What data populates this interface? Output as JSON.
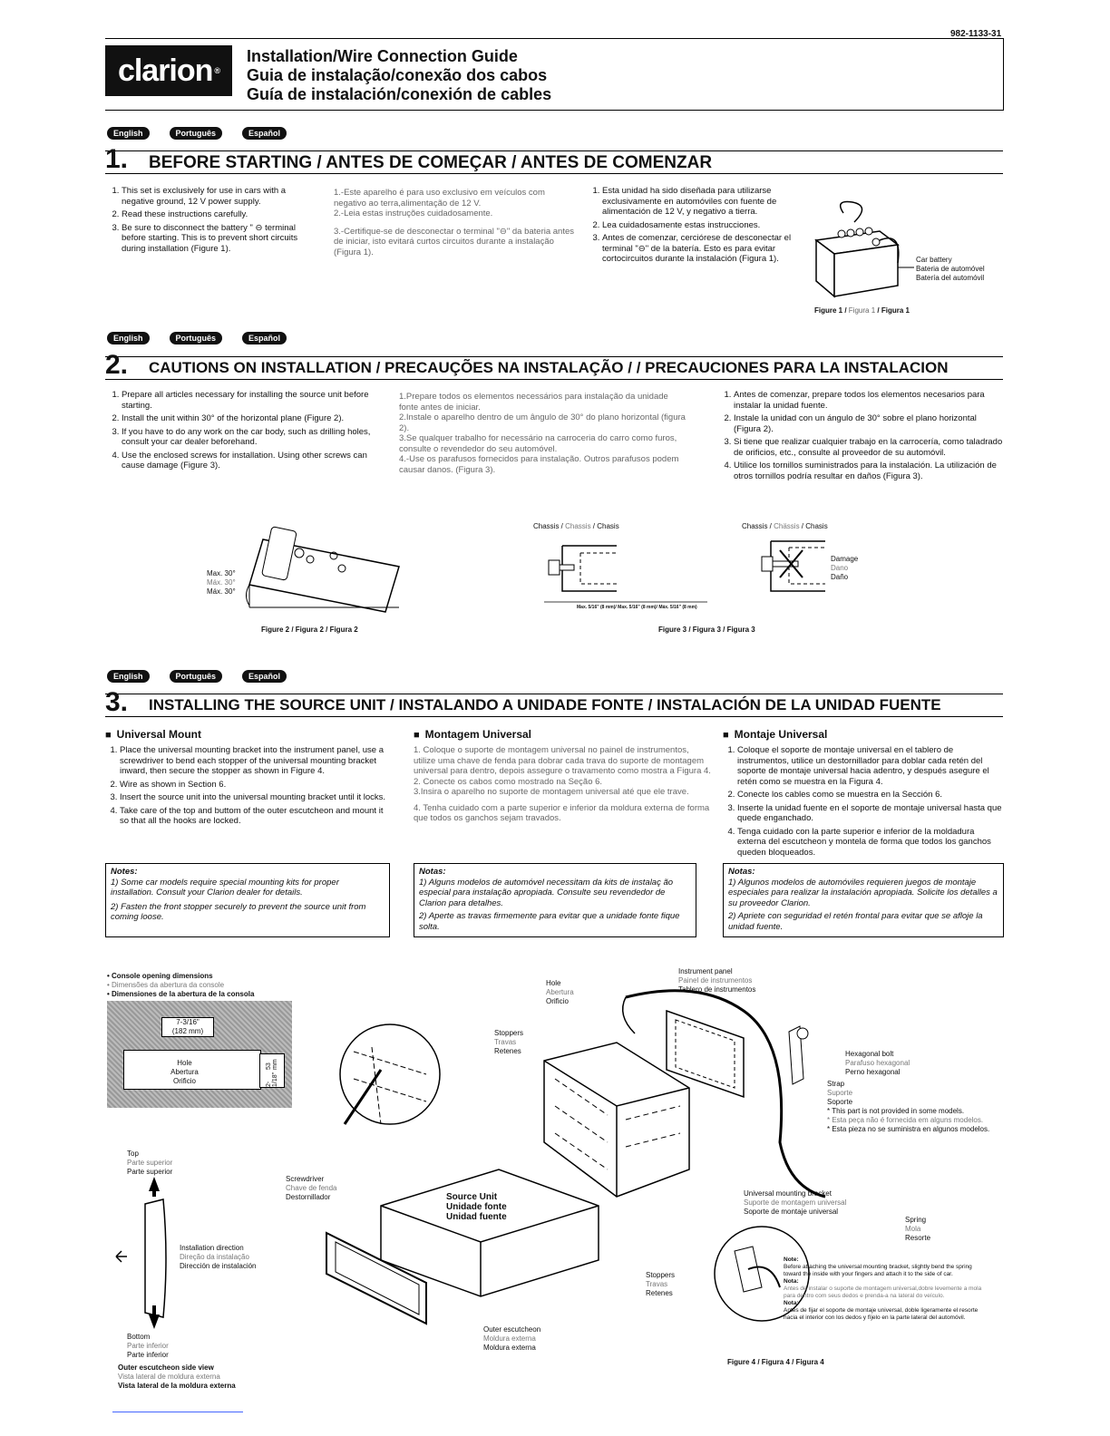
{
  "doc_number": "982-1133-31",
  "brand": "clarion",
  "header": {
    "title_en": "Installation/Wire Connection Guide",
    "title_pt": "Guia de instalação/conexão dos cabos",
    "title_es": "Guía de instalación/conexión de cables"
  },
  "lang_tabs": [
    "English",
    "Português",
    "Español"
  ],
  "s1": {
    "num": "1.",
    "title": "BEFORE STARTING /  ANTES DE COMEÇAR   / ANTES DE COMENZAR",
    "en": [
      "This set is exclusively for use in cars with a negative ground, 12 V power supply.",
      "Read these instructions carefully.",
      "Be sure to disconnect the battery \" ⊖ terminal before starting. This is to prevent short circuits during installation (Figure 1)."
    ],
    "pt": [
      "1.-Este aparelho é para uso exclusivo em veículos com negativo ao terra,alimentação de 12 V.",
      "2.-Leia estas instruções cuidadosamente.",
      "3.-Certifique-se de desconectar o terminal \"⊖\" da bateria antes de iniciar, isto evitará curtos circuitos durante a instalação (Figura 1)."
    ],
    "es": [
      "Esta unidad ha sido diseñada para utilizarse exclusivamente en automóviles con fuente de alimentación de 12 V, y negativo a tierra.",
      "Lea cuidadosamente estas instrucciones.",
      "Antes de comenzar, cerciórese de desconectar el terminal \"⊖\" de la batería. Esto es para evitar cortocircuitos durante la instalación (Figura 1)."
    ],
    "battery_en": "Car battery",
    "battery_pt": "Bateria de automóvel",
    "battery_es": "Batería del automóvil",
    "fig_en": "Figure 1",
    "fig_pt": "Figura 1",
    "fig_es": "Figura 1"
  },
  "s2": {
    "num": "2.",
    "title": "CAUTIONS ON INSTALLATION / PRECAUÇÕES NA INSTALAÇÃO /  / PRECAUCIONES PARA LA INSTALACION",
    "en": [
      "Prepare all articles necessary for installing the source unit before starting.",
      "Install the unit within 30° of the horizontal plane (Figure 2).",
      "If you have to do any work on the car body, such as drilling holes, consult your car dealer beforehand.",
      "Use the enclosed screws for installation. Using other screws can cause damage (Figure 3)."
    ],
    "pt": [
      "1.Prepare todos os elementos necessários para instalação da unidade fonte antes de iniciar.",
      "2.Instale o aparelho dentro de um ângulo de 30° do plano horizontal (figura 2).",
      "3.Se qualquer trabalho for necessário na carroceria do carro como furos, consulte o revendedor do seu automóvel.",
      "4.-Use os parafusos fornecidos para instalação. Outros parafusos podem causar danos. (Figura 3)."
    ],
    "es": [
      "Antes de comenzar, prepare todos los elementos necesarios para instalar la unidad fuente.",
      "Instale la unidad con un ángulo de 30° sobre el plano horizontal (Figura 2).",
      "Si tiene que realizar cualquier trabajo en la carrocería, como taladrado de orificios, etc., consulte al proveedor de su automóvil.",
      "Utilice los tornillos suministrados para la instalación. La utilización de otros tornillos podría resultar en daños (Figura 3)."
    ],
    "max_en": "Max. 30°",
    "max_pt": "Máx. 30°",
    "max_es": "Máx. 30°",
    "chassis_en": "Chassis",
    "chassis_pt": "Chassis",
    "chassis_es": "Chasis",
    "chassis2_pt": "Chässis",
    "damage_en": "Damage",
    "damage_pt": "Dano",
    "damage_es": "Daño",
    "screw_max": "Max. 5/16\" (8 mm)/ Max. 5/16\" (8 mm)/ Máx. 5/16\" (8 mm)",
    "fig2": "Figure 2 / Figura 2 / Figura 2",
    "fig3": "Figure 3 / Figura 3 / Figura 3"
  },
  "s3": {
    "num": "3.",
    "title": "INSTALLING THE SOURCE UNIT / INSTALANDO A UNIDADE  FONTE / INSTALACIÓN DE LA UNIDAD FUENTE",
    "en_sub": "Universal Mount",
    "pt_sub": "Montagem Universal",
    "es_sub": "Montaje Universal",
    "en": [
      "Place the universal mounting bracket into the instrument panel, use a screwdriver to bend each stopper of the universal mounting bracket inward, then secure the stopper as shown in Figure 4.",
      "Wire as shown in Section 6.",
      "Insert the source unit into the universal mounting bracket until it locks.",
      "Take care of the top and buttom of the outer escutcheon and mount it so that all the hooks are locked."
    ],
    "pt": [
      "1. Coloque o suporte de montagem universal no painel de instrumentos, utilize uma chave de fenda para dobrar cada trava do suporte de montagem universal para  dentro, depois assegure o travamento como mostra a Figura 4.",
      "2. Conecte os cabos como mostrado na Seção 6.",
      "3.Insira o aparelho no suporte de montagem universal até que ele trave.",
      "4.  Tenha cuidado com a parte superior e inferior da moldura externa de forma que todos os ganchos sejam travados."
    ],
    "es": [
      "Coloque el soporte de montaje universal en el tablero de instrumentos, utilice un destornillador para doblar cada retén del soporte de montaje universal hacia adentro, y después asegure el retén como se muestra en la Figura 4.",
      "Conecte los cables como se muestra en la Sección 6.",
      "Inserte la unidad fuente en el soporte de montaje universal hasta que quede enganchado.",
      "Tenga cuidado con la parte superior e inferior de la moldadura externa del escutcheon y montela de forma que todos los ganchos queden bloqueados."
    ],
    "notes_en_h": "Notes:",
    "notes_en": [
      "1) Some car models require special mounting kits for proper installation. Consult your Clarion dealer for details.",
      "2) Fasten the front stopper securely to prevent the source unit from coming loose."
    ],
    "notes_pt_h": "Notas:",
    "notes_pt": [
      "1) Alguns modelos de automóvel necessitam da kits de instalaç    ão especial para instalação apropiada. Consulte seu revendedor de Clarion para detalhes.",
      "2) Aperte as travas firmemente para evitar que a unidade fonte fique solta."
    ],
    "notes_es_h": "Notas:",
    "notes_es": [
      "1) Algunos modelos de automóviles requieren juegos de montaje especiales para realizar la instalación apropiada. Solicite los detalles a su proveedor Clarion.",
      "2) Apriete con seguridad el retén frontal para evitar que se afloje la unidad fuente."
    ]
  },
  "fig4": {
    "console_en": "• Console opening dimensions",
    "console_pt": "• Dimensões da abertura da console",
    "console_es": "• Dimensiones de la abertura de la consola",
    "dim_w1": "7-3/16\"",
    "dim_w2": "(182 mm)",
    "dim_h1": "2-1/18\"",
    "dim_h2": "53 mm",
    "hole_en": "Hole",
    "hole_pt": "Abertura",
    "hole_es": "Orificio",
    "top_en": "Top",
    "top_pt": "Parte superior",
    "top_es": "Parte superior",
    "dir_en": "Installation direction",
    "dir_pt": "Direção da instalação",
    "dir_es": "Dirección de instalación",
    "bottom_en": "Bottom",
    "bottom_pt": "Parte inferior",
    "bottom_es": "Parte inferior",
    "side_en": "Outer escutcheon side view",
    "side_pt": "Vista lateral de moldura externa",
    "side_es": "Vista lateral de la moldura externa",
    "stoppers_en": "Stoppers",
    "stoppers_pt": "Travas",
    "stoppers_es": "Retenes",
    "screwdriver_en": "Screwdriver",
    "screwdriver_pt": "Chave de fenda",
    "screwdriver_es": "Destornillador",
    "source_en": "Source Unit",
    "source_pt": "Unidade  fonte",
    "source_es": "Unidad fuente",
    "outer_en": "Outer escutcheon",
    "outer_pt": "Moldura  externa",
    "outer_es": "Moldura externa",
    "panel_en": "Instrument panel",
    "panel_pt": "Painel de instrumentos",
    "panel_es": "Tablero de instrumentos",
    "bolt_en": "Hexagonal bolt",
    "bolt_pt": "Parafuso hexagonal",
    "bolt_es": "Perno hexagonal",
    "strap_en": "Strap",
    "strap_pt": "Suporte",
    "strap_es": "Soporte",
    "star_en": "* This part is not provided in some models.",
    "star_pt": "* Esta peça não é fornecida em alguns modelos.",
    "star_es": "* Esta pieza no se suministra en  algunos modelos.",
    "bracket_en": "Universal mounting bracket",
    "bracket_pt": "Suporte de montagem universal",
    "bracket_es": "Soporte de montaje universal",
    "spring_en": "Spring",
    "spring_pt": "Mola",
    "spring_es": "Resorte",
    "note_h1": "Note:",
    "note_en": "Before attaching the universal mounting bracket, slightly bend the spring toward the inside with your fingers and attach it to the side of car.",
    "note_h2": "Nota:",
    "note_pt": "Antes de instalar o suporte de montagem universal,dobre levemente a mola para dentro com seus dedos e prenda-a na lateral do veículo.",
    "note_h3": "Nota:",
    "note_es": "Antes de fijar el soporte de montaje universal, doble ligeramente el resorte hacia el interior con los dedos y fíjelo en la parte lateral del automóvil.",
    "fig4": "Figure 4 / Figura 4 / Figura 4"
  }
}
